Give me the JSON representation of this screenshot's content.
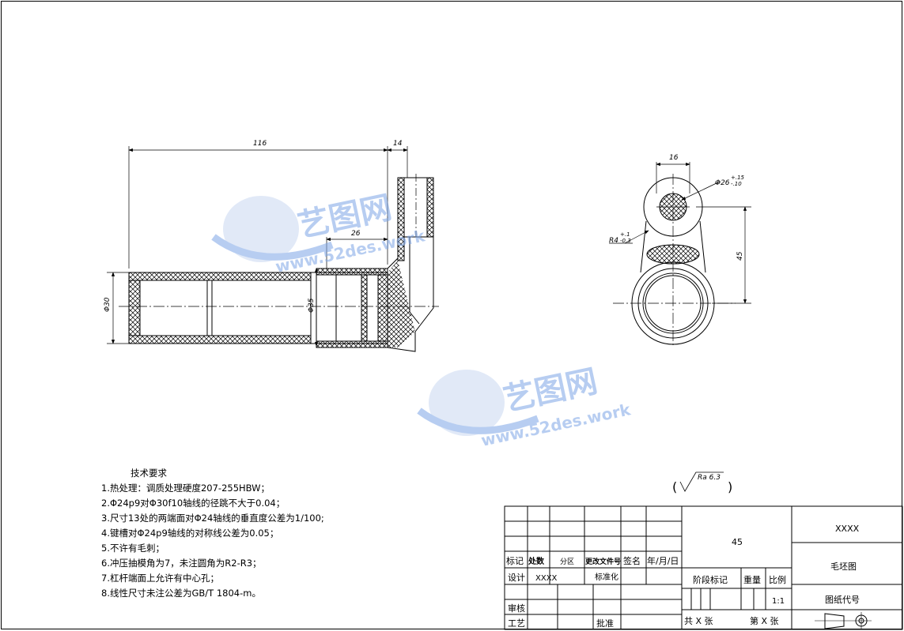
{
  "watermark": {
    "brand": "艺图网",
    "url": "www.52des.work"
  },
  "side_view": {
    "dims": {
      "total_length": "116",
      "head_width": "14",
      "offset": "26",
      "dia_left": "Φ30",
      "dia_mid": "Φ35"
    }
  },
  "front_view": {
    "dims": {
      "width": "16",
      "hole": "Φ26",
      "hole_tol_upper": "+.15",
      "hole_tol_lower": "-.10",
      "radius": "R4",
      "radius_tol_upper": "+.1",
      "radius_tol_lower": "-0.3",
      "center_distance": "45"
    }
  },
  "roughness": {
    "symbol": "Ra 6.3",
    "open": "(",
    "close": ")"
  },
  "tech_requirements": {
    "title": "技术要求",
    "items": [
      "1.热处理：调质处理硬度207-255HBW；",
      "2.Φ24p9对Φ30f10轴线的径跳不大于0.04；",
      "3.尺寸13处的两端面对Φ24轴线的垂直度公差为1/100;",
      "4.键槽对Φ24p9轴线的对称线公差为0.05；",
      "5.不许有毛刺；",
      "6.冲压抽模角为7，未注圆角为R2-R3；",
      "7.杠杆端面上允许有中心孔；",
      "8.线性尺寸未注公差为GB/T 1804-m。"
    ]
  },
  "title_block": {
    "material": "45",
    "company": "XXXX",
    "drawing_name": "毛坯图",
    "drawing_code_label": "图纸代号",
    "stage_mark": "阶段标记",
    "weight": "重量",
    "scale_label": "比例",
    "scale_value": "1:1",
    "total_sheets": "共  X  张",
    "sheet_no": "第  X  张",
    "rev_mark": "标记",
    "rev_count": "处数",
    "rev_zone": "分区",
    "rev_doc": "更改文件号",
    "rev_sign": "签名",
    "rev_date": "年/月/日",
    "design": "设计",
    "designer": "XXXX",
    "standardize": "标准化",
    "review": "审核",
    "process": "工艺",
    "approve": "批准"
  }
}
